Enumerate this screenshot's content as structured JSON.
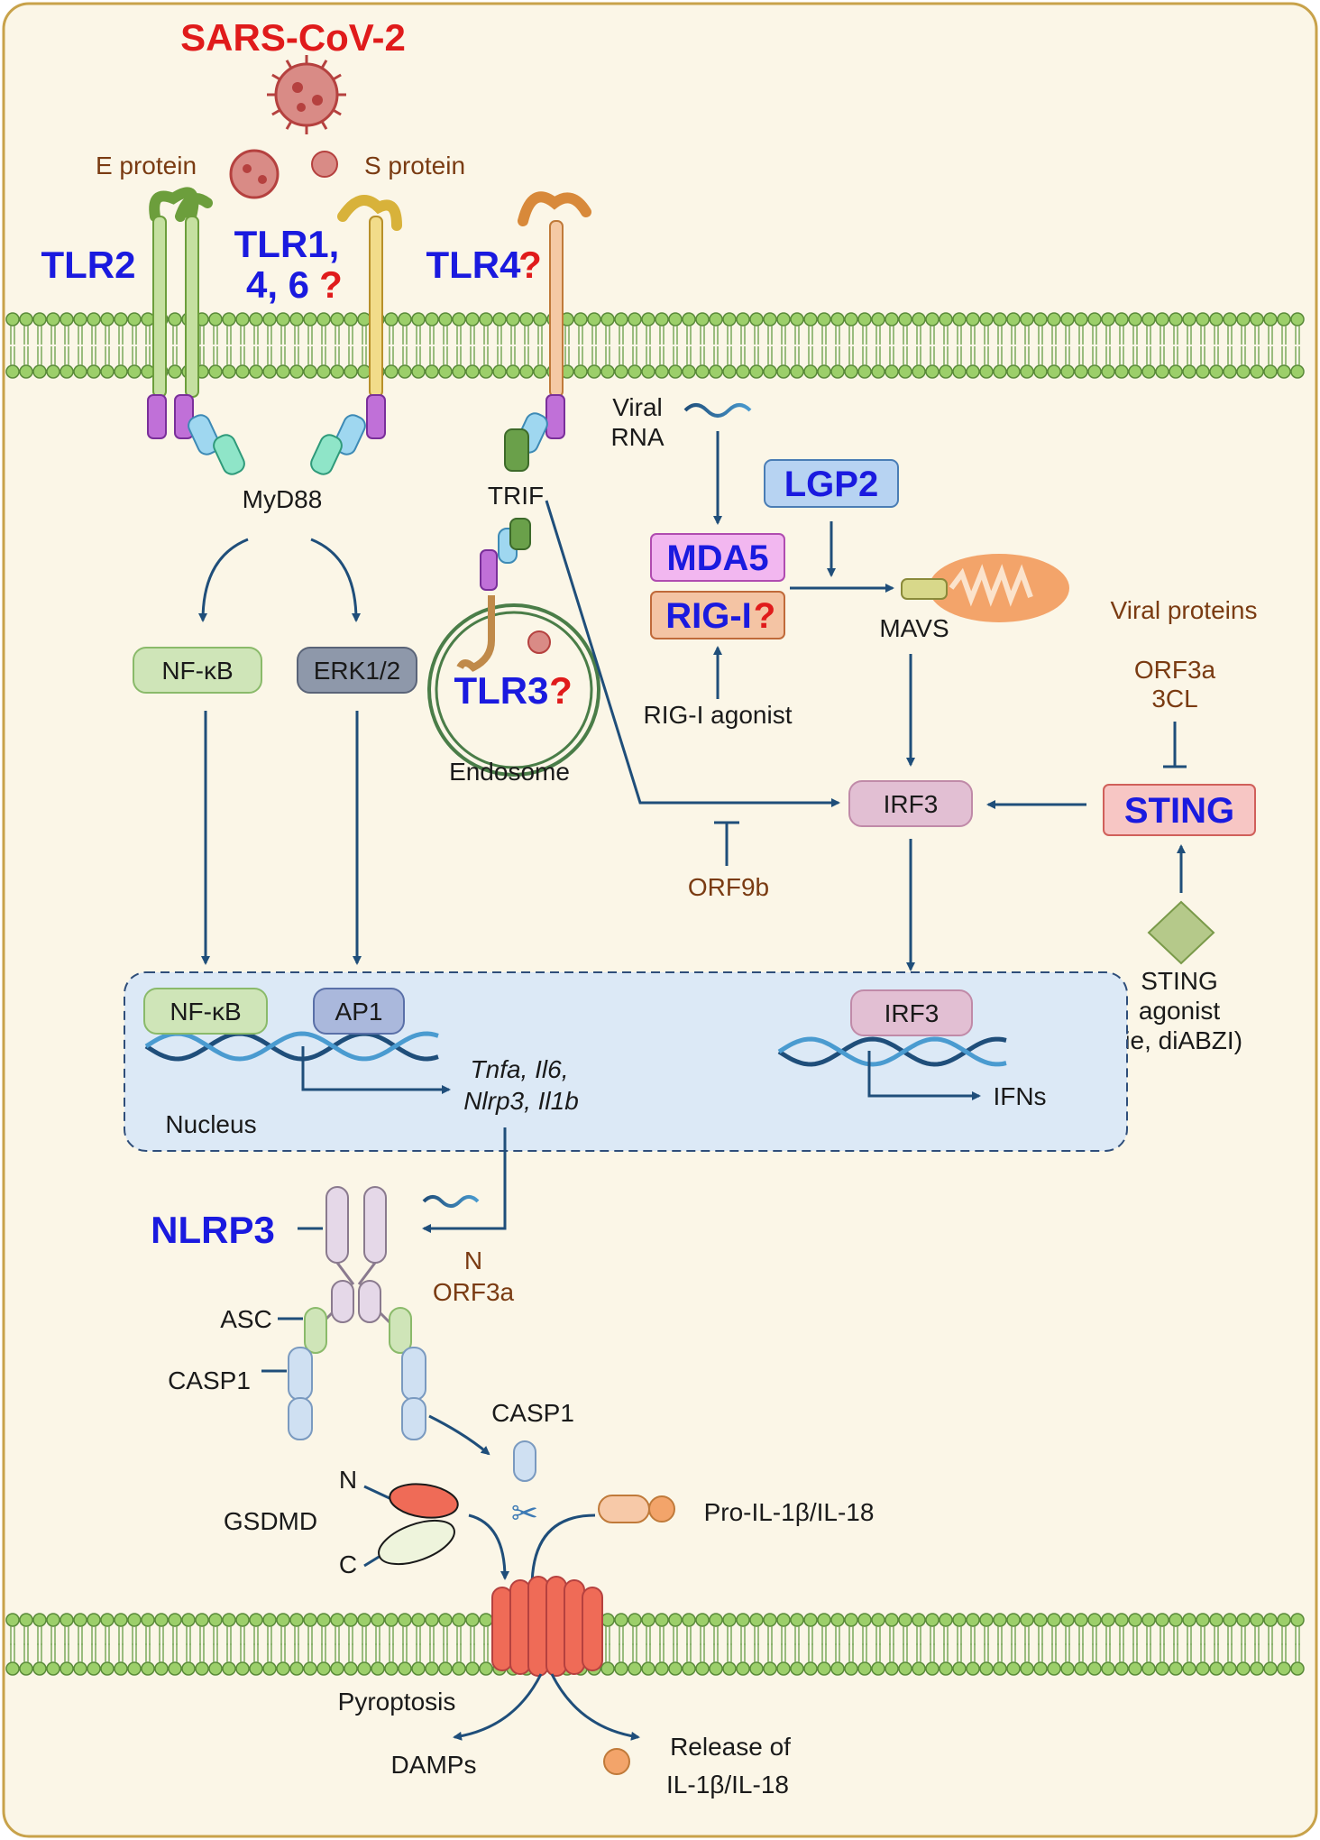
{
  "title": "SARS-CoV-2",
  "labels": {
    "e_protein": "E protein",
    "s_protein": "S protein",
    "tlr2": "TLR2",
    "tlr1_line1": "TLR1,",
    "tlr1_line2": "4, 6",
    "tlr4": "TLR4",
    "question": "?",
    "myd88": "MyD88",
    "trif": "TRIF",
    "tlr3": "TLR3",
    "endosome": "Endosome",
    "viral_rna_line1": "Viral",
    "viral_rna_line2": "RNA",
    "lgp2": "LGP2",
    "mda5": "MDA5",
    "rigi": "RIG-I",
    "mavs": "MAVS",
    "viral_proteins": "Viral proteins",
    "orf3a": "ORF3a",
    "three_cl": "3CL",
    "rigi_agonist": "RIG-I agonist",
    "nfkb": "NF-κB",
    "erk": "ERK1/2",
    "irf3": "IRF3",
    "sting": "STING",
    "orf9b": "ORF9b",
    "sting_agonist_line1": "STING",
    "sting_agonist_line2": "agonist",
    "sting_agonist_line3": "(ie, diABZI)",
    "ap1": "AP1",
    "genes_line1": "Tnfa, Il6,",
    "genes_line2": "Nlrp3, Il1b",
    "nucleus": "Nucleus",
    "ifns": "IFNs",
    "nlrp3": "NLRP3",
    "n_label": "N",
    "orf3a_2": "ORF3a",
    "asc": "ASC",
    "casp1_left": "CASP1",
    "casp1_free": "CASP1",
    "gsdmd": "GSDMD",
    "gsdmd_n": "N",
    "gsdmd_c": "C",
    "pro_il1b": "Pro-IL-1β/IL-18",
    "pyroptosis": "Pyroptosis",
    "damps": "DAMPs",
    "release_line1": "Release of",
    "release_line2": "IL-1β/IL-18"
  },
  "colors": {
    "background": "#fbf6e7",
    "border": "#c8a24a",
    "title": "#e01b1b",
    "tlr_label": "#1a1adf",
    "question": "#e01b1b",
    "viral_text": "#7a3b12",
    "arrow": "#1f4e7a",
    "membrane_head": "#9ccf6a",
    "nfkb_fill": "#cfe5b8",
    "erk_fill": "#8e98aa",
    "irf3_fill": "#e2bfd3",
    "nucleus_fill": "#dce9f6",
    "lgp2_fill": "#b7d3f2",
    "mda5_fill": "#f2b7f0",
    "rigi_fill": "#f4c4a4",
    "sting_fill": "#f7c6c4",
    "pore_fill": "#ef6b57"
  },
  "icons": [
    "virus-icon",
    "mitochondrion-icon",
    "scissors-icon",
    "rna-strand-icon",
    "dna-helix-icon",
    "diamond-agonist-icon"
  ]
}
